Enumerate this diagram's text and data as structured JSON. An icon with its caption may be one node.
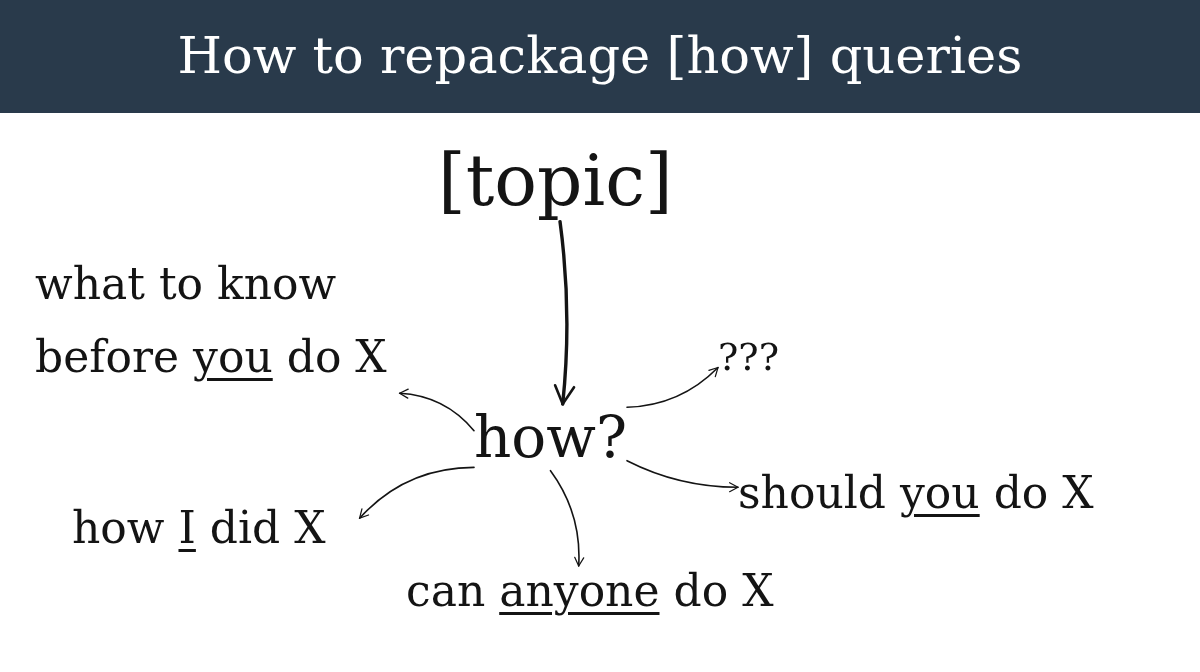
{
  "diagram": {
    "title": "How to repackage [how] queries",
    "nodes": [
      {
        "text": [
          "[topic]"
        ]
      },
      {
        "text": [
          "what to know before *you* do X"
        ]
      },
      {
        "text": [
          "???"
        ]
      },
      {
        "text": [
          "how?"
        ]
      },
      {
        "text": [
          "should *you* do X"
        ]
      },
      {
        "text": [
          "how *I* did X"
        ]
      },
      {
        "text": [
          "can *anyone* do X"
        ]
      }
    ],
    "edges": [
      {
        "from": 0,
        "to": 3,
        "arrow": "to",
        "style": "thick"
      },
      {
        "from": 3,
        "to": 1,
        "arrow": "to"
      },
      {
        "from": 3,
        "to": 2,
        "arrow": "to"
      },
      {
        "from": 3,
        "to": 4,
        "arrow": "to"
      },
      {
        "from": 3,
        "to": 5,
        "arrow": "to"
      },
      {
        "from": 3,
        "to": 6,
        "arrow": "to"
      }
    ]
  }
}
